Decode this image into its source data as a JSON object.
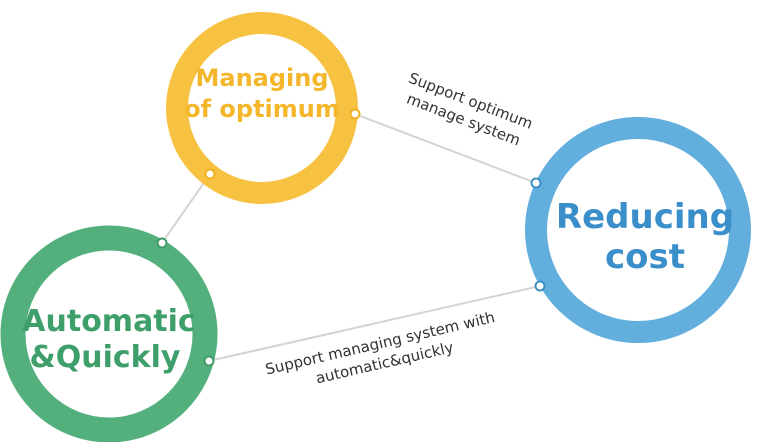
{
  "nodes": {
    "managing": {
      "line1": "Managing",
      "line2": "of optimum",
      "color": "#f7c242"
    },
    "reducing": {
      "line1": "Reducing",
      "line2": "cost",
      "color": "#62aedd"
    },
    "automatic": {
      "line1": "Automatic",
      "line2": "&Quickly",
      "color": "#53b07d"
    }
  },
  "edges": {
    "managing_to_reducing": {
      "line1": "Support optimum",
      "line2": "manage system"
    },
    "automatic_to_reducing": {
      "line1": "Support managing system with",
      "line2": "automatic&quickly"
    }
  }
}
